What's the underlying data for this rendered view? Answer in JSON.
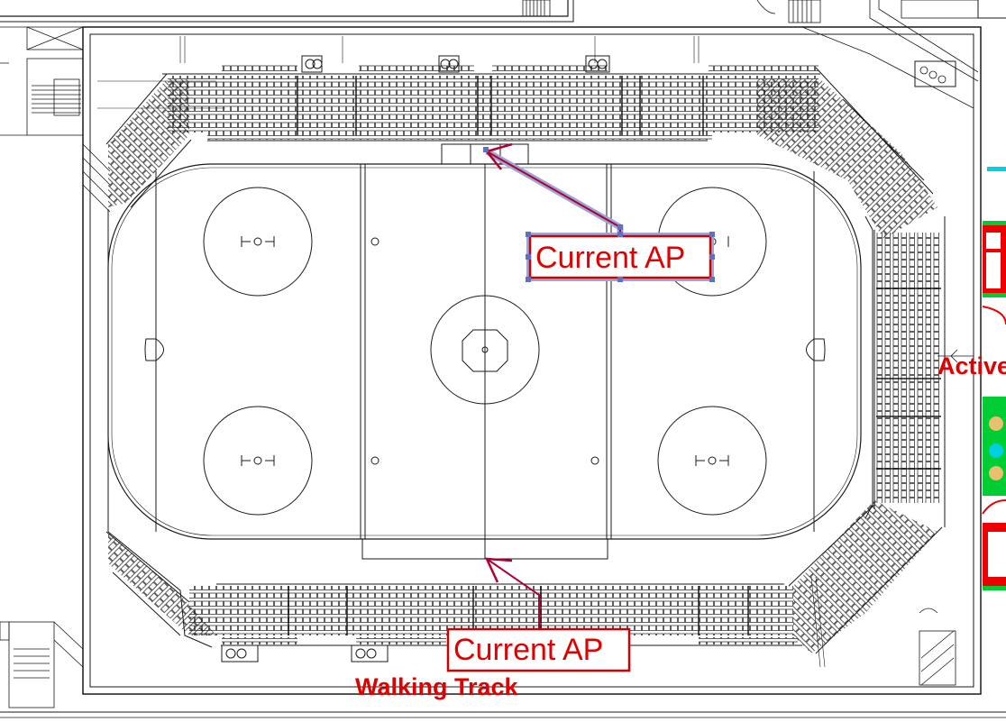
{
  "annotations": {
    "callout_top": "Current AP",
    "callout_bottom": "Current AP",
    "label_walking_track": "Walking Track",
    "label_active": "Active"
  },
  "colors": {
    "line": "#1a1a1a",
    "annotation_red": "#e00000",
    "callout_border": "#d00000",
    "arrow_shadow": "#9aa7d8",
    "green": "#00cc33",
    "cyan": "#00d0e0"
  }
}
